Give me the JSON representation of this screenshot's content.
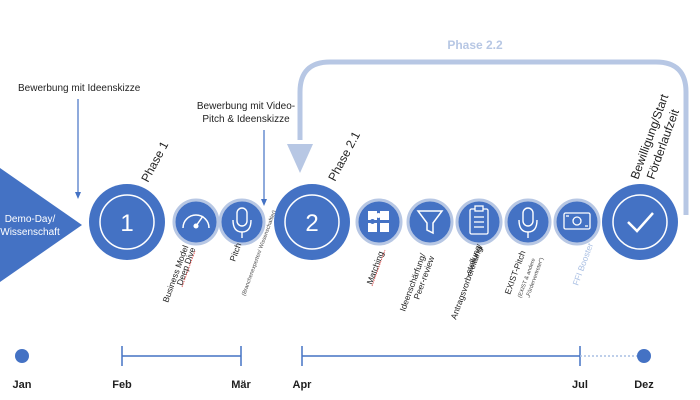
{
  "colors": {
    "primary": "#4472c4",
    "ring": "#b7c7e4",
    "light": "#a9bfe3",
    "text": "#1f1f1f",
    "white": "#ffffff"
  },
  "labels": {
    "phase_22": "Phase 2.2",
    "bewerbung1": "Bewerbung mit Ideenskizze",
    "bewerbung2_line1": "Bewerbung mit Video-",
    "bewerbung2_line2": "Pitch & Ideenskizze",
    "demo_line1": "Demo-Day/",
    "demo_line2": "Wissenschaft",
    "phase1": "Phase 1",
    "phase21": "Phase 2.1",
    "bewilligung_line1": "Bewilligung/Start",
    "bewilligung_line2": "Förderlaufzeit"
  },
  "nodes": {
    "phase1_number": "1",
    "phase2_number": "2"
  },
  "icons": [
    "speedometer-icon",
    "microphone-icon",
    "puzzle-icon",
    "funnel-icon",
    "clipboard-icon",
    "microphone-icon",
    "banknote-icon",
    "checkmark-icon"
  ],
  "steps": {
    "business_model": "Business Model",
    "deep_dive": "Deep Dive",
    "pitch": "Pitch",
    "pitch_note": "(Branchenexperten/ Wissenschaftler)",
    "matching": "Matching",
    "ideenschaerfung_1": "Ideenschärfung/",
    "ideenschaerfung_2": "Peer-review",
    "antrag_1": "Antragsvorbereitung/",
    "antrag_2": "-stellung",
    "exist_pitch": "EXIST-Pitch",
    "exist_note_1": "(EXIST & andere",
    "exist_note_2": "„Fördervertreter\")",
    "ffi_booster": "FFI Booster"
  },
  "timeline": {
    "months": [
      "Jan",
      "Feb",
      "Mär",
      "Apr",
      "Jul",
      "Dez"
    ]
  }
}
